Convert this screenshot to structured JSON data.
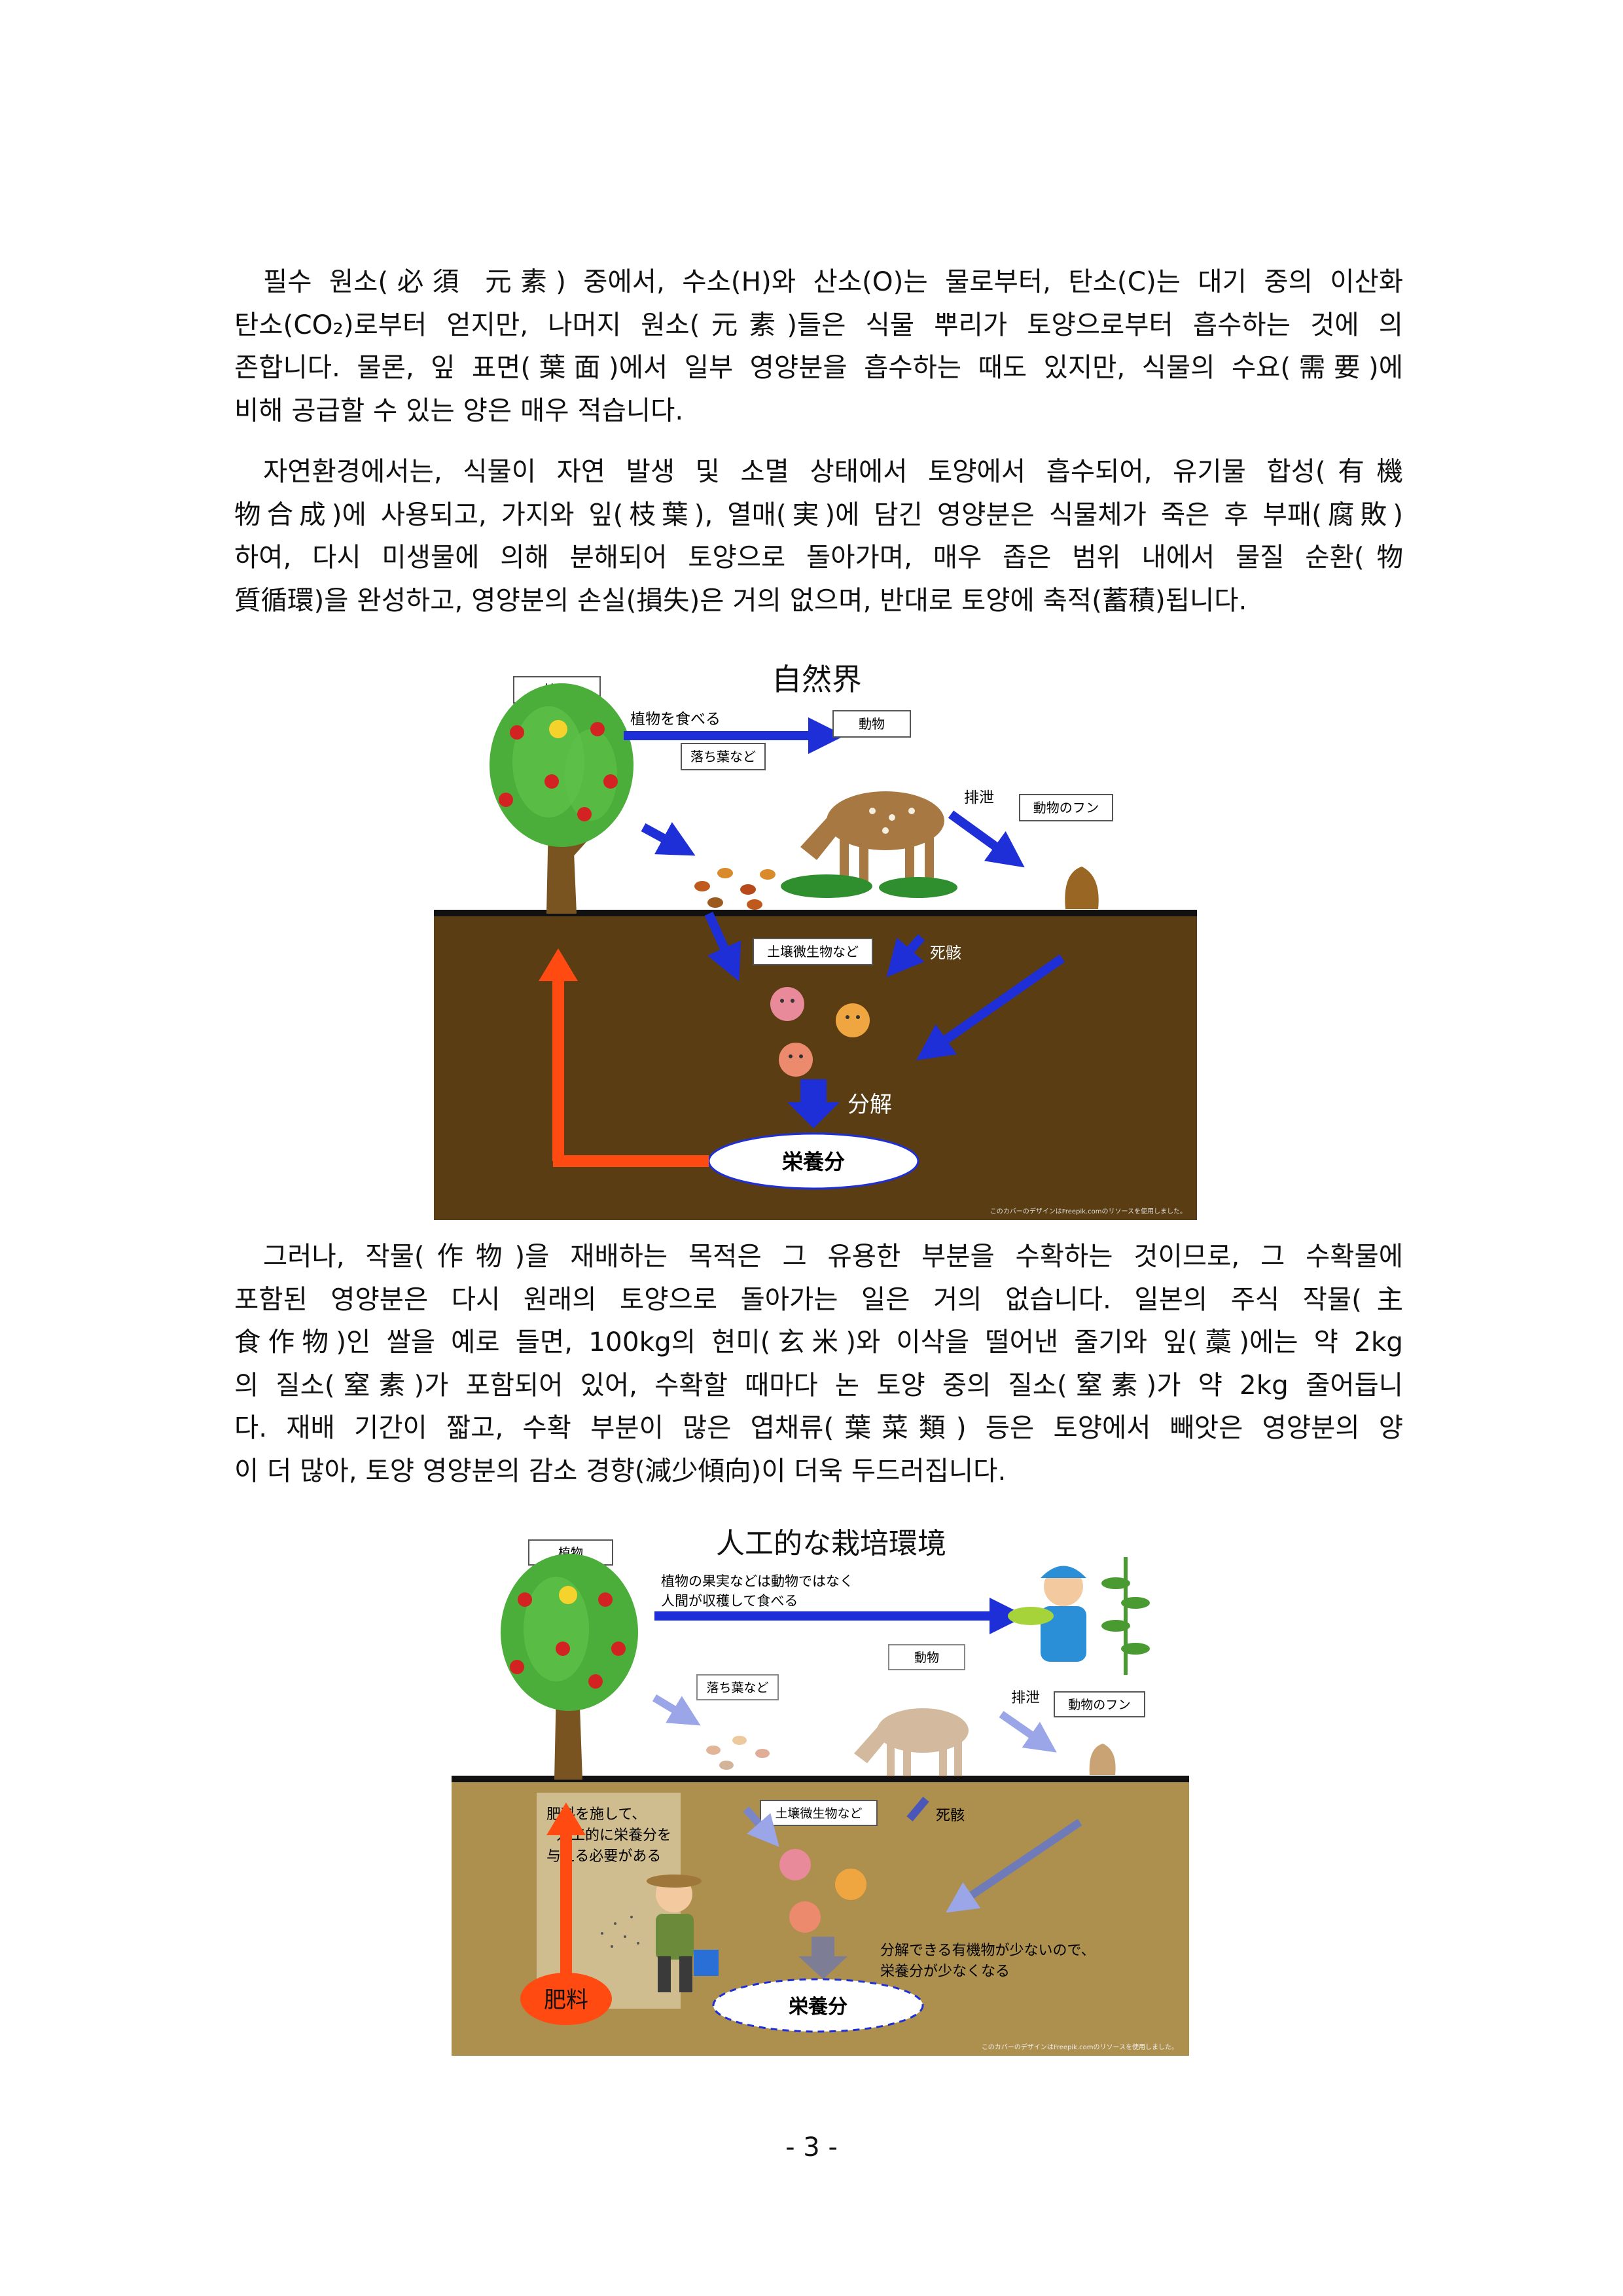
{
  "paragraphs": {
    "p1": [
      "필수 원소(必須 元素) 중에서, 수소(H)와 산소(O)는 물로부터, 탄소(C)는 대기 중의 이산화",
      "탄소(CO₂)로부터 얻지만, 나머지 원소(元素)들은 식물 뿌리가 토양으로부터 흡수하는 것에 의",
      "존합니다. 물론, 잎 표면(葉面)에서 일부 영양분을 흡수하는 때도 있지만, 식물의 수요(需要)에",
      "비해 공급할 수 있는 양은 매우 적습니다."
    ],
    "p2": [
      "자연환경에서는, 식물이 자연 발생 및 소멸 상태에서 토양에서 흡수되어, 유기물 합성(有機",
      "物合成)에 사용되고, 가지와 잎(枝葉), 열매(実)에 담긴 영양분은 식물체가 죽은 후 부패(腐敗)",
      "하여, 다시 미생물에 의해 분해되어 토양으로 돌아가며, 매우 좁은 범위 내에서 물질 순환(物",
      "質循環)을 완성하고, 영양분의 손실(損失)은 거의 없으며, 반대로 토양에 축적(蓄積)됩니다."
    ],
    "p3": [
      "그러나, 작물(作物)을 재배하는 목적은 그 유용한 부분을 수확하는 것이므로, 그 수확물에",
      "포함된 영양분은 다시 원래의 토양으로 돌아가는 일은 거의 없습니다. 일본의 주식 작물(主",
      "食作物)인 쌀을 예로 들면, 100kg의 현미(玄米)와 이삭을 떨어낸 줄기와 잎(藁)에는 약 2kg",
      "의 질소(窒素)가 포함되어 있어, 수확할 때마다 논 토양 중의 질소(窒素)가 약 2kg 줄어듭니",
      "다. 재배 기간이 짧고, 수확 부분이 많은 엽채류(葉菜類) 등은 토양에서 빼앗은 영양분의 양",
      "이 더 많아, 토양 영양분의 감소 경향(減少傾向)이 더욱 두드러집니다."
    ]
  },
  "figure1": {
    "title": "自然界",
    "plant": "植物",
    "eat": "植物を食べる",
    "animal": "動物",
    "fallen_leaves": "落ち葉など",
    "excretion": "排泄",
    "dung": "動物のフン",
    "microbes": "土壌微生物など",
    "carcass": "死骸",
    "decompose": "分解",
    "nutrients": "栄養分",
    "credit": "このカバーのデザインはFreepik.comのリソースを使用しました。"
  },
  "figure2": {
    "title": "人工的な栽培環境",
    "plant": "植物",
    "harvest_line1": "植物の果実などは動物ではなく",
    "harvest_line2": "人間が収穫して食べる",
    "animal": "動物",
    "fallen_leaves": "落ち葉など",
    "excretion": "排泄",
    "dung": "動物のフン",
    "microbes": "土壌微生物など",
    "carcass": "死骸",
    "fert_note_line1": "肥料を施して、",
    "fert_note_line2": "人工的に栄養分を",
    "fert_note_line3": "与える必要がある",
    "less_line1": "分解できる有機物が少ないので、",
    "less_line2": "栄養分が少なくなる",
    "fertilizer": "肥料",
    "nutrients": "栄養分",
    "credit": "このカバーのデザインはFreepik.comのリソースを使用しました。"
  },
  "page_number": "- 3 -"
}
